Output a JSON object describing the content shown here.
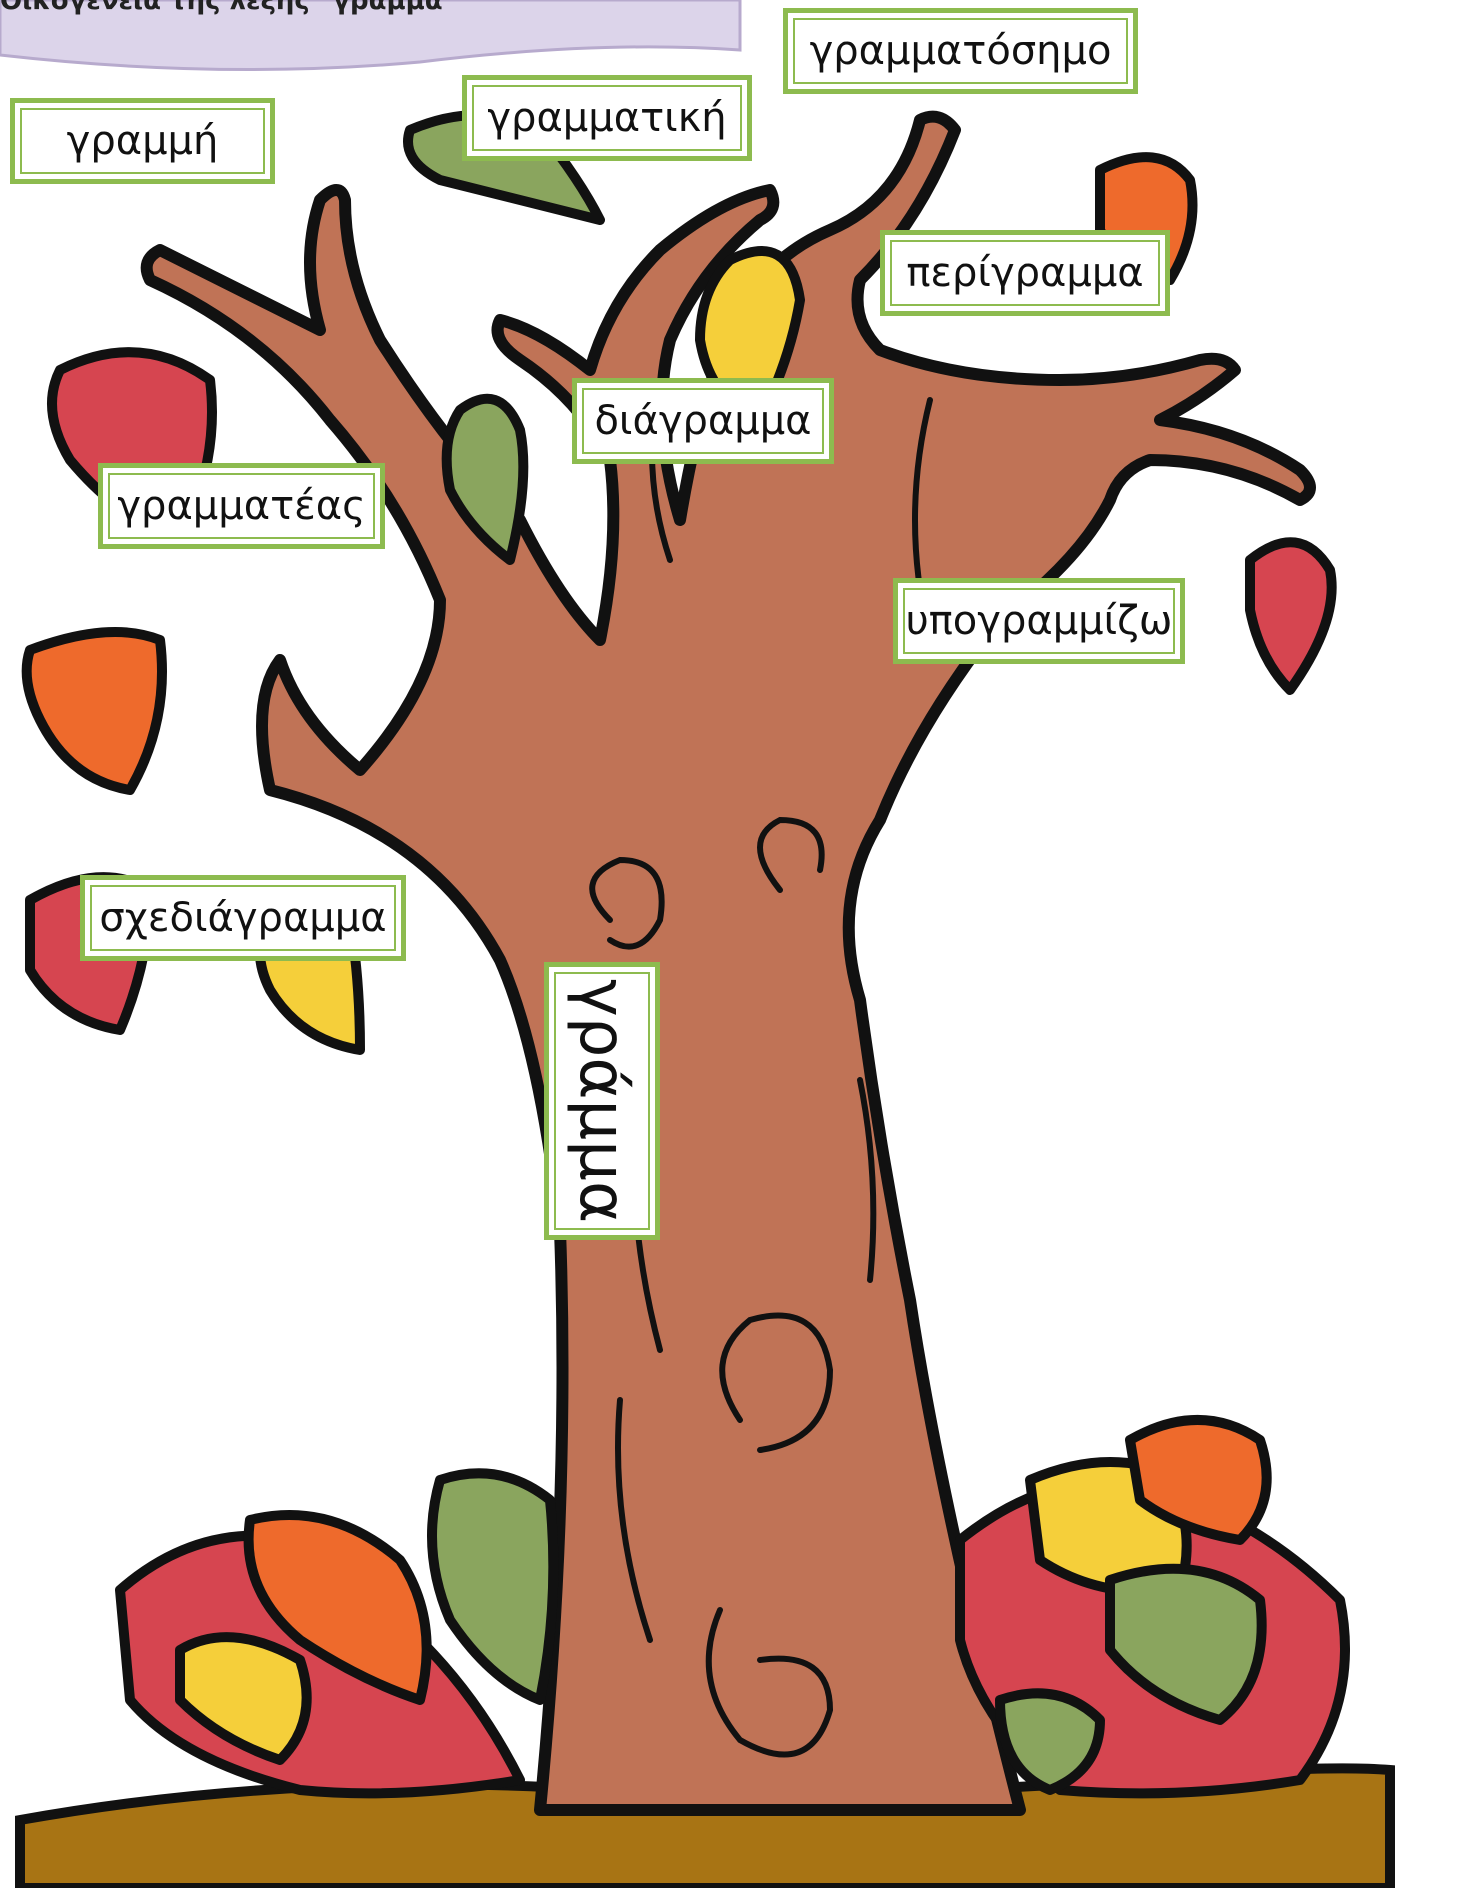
{
  "banner": {
    "title_visible_fragment": "Οικογένεια της λέξης \"γράμμα\""
  },
  "words": {
    "root": "γράμμα",
    "w1": "γραμμή",
    "w2": "γραμματική",
    "w3": "γραμματόσημο",
    "w4": "περίγραμμα",
    "w5": "διάγραμμα",
    "w6": "γραμματέας",
    "w7": "υπογραμμίζω",
    "w8": "σχεδιάγραμμα"
  },
  "colors": {
    "trunk": "#c07356",
    "outline": "#111111",
    "card_border": "#8dbb4f",
    "ground": "#a87414",
    "leaf_red": "#d64550",
    "leaf_orange": "#ee6a2c",
    "leaf_yellow": "#f5cf3a",
    "leaf_green": "#8aa55e",
    "banner": "#dcd4ea"
  }
}
